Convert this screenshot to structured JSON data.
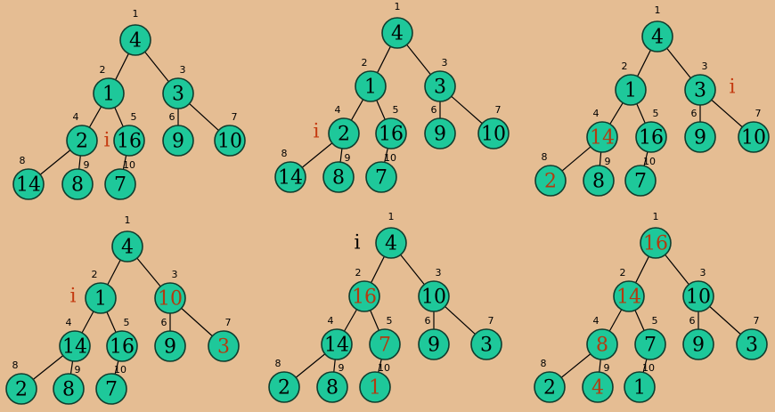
{
  "colors": {
    "background": "#e5bd93",
    "node_fill": "#1ec89a",
    "node_stroke": "#0f3d2e",
    "text_normal": "#000000",
    "text_changed": "#b33a10",
    "pointer_red": "#c43a10",
    "pointer_black": "#000000"
  },
  "trees": [
    {
      "values": [
        "4",
        "1",
        "3",
        "2",
        "16",
        "9",
        "10",
        "14",
        "8",
        "7"
      ],
      "changed": [],
      "pointer": {
        "label": "i",
        "color": "pointer_red"
      }
    },
    {
      "values": [
        "4",
        "1",
        "3",
        "2",
        "16",
        "9",
        "10",
        "14",
        "8",
        "7"
      ],
      "changed": [],
      "pointer": {
        "label": "i",
        "color": "pointer_red"
      }
    },
    {
      "values": [
        "4",
        "1",
        "3",
        "14",
        "16",
        "9",
        "10",
        "2",
        "8",
        "7"
      ],
      "changed": [
        4,
        8
      ],
      "pointer": {
        "label": "i",
        "color": "pointer_red"
      }
    },
    {
      "values": [
        "4",
        "1",
        "10",
        "14",
        "16",
        "9",
        "3",
        "2",
        "8",
        "7"
      ],
      "changed": [
        3,
        7
      ],
      "pointer": {
        "label": "i",
        "color": "pointer_red"
      }
    },
    {
      "values": [
        "4",
        "16",
        "10",
        "14",
        "7",
        "9",
        "3",
        "2",
        "8",
        "1"
      ],
      "changed": [
        2,
        5,
        10
      ],
      "pointer": {
        "label": "i",
        "color": "pointer_black"
      }
    },
    {
      "values": [
        "16",
        "14",
        "10",
        "8",
        "7",
        "9",
        "3",
        "2",
        "4",
        "1"
      ],
      "changed": [
        1,
        2,
        4,
        9
      ],
      "pointer": null
    }
  ]
}
